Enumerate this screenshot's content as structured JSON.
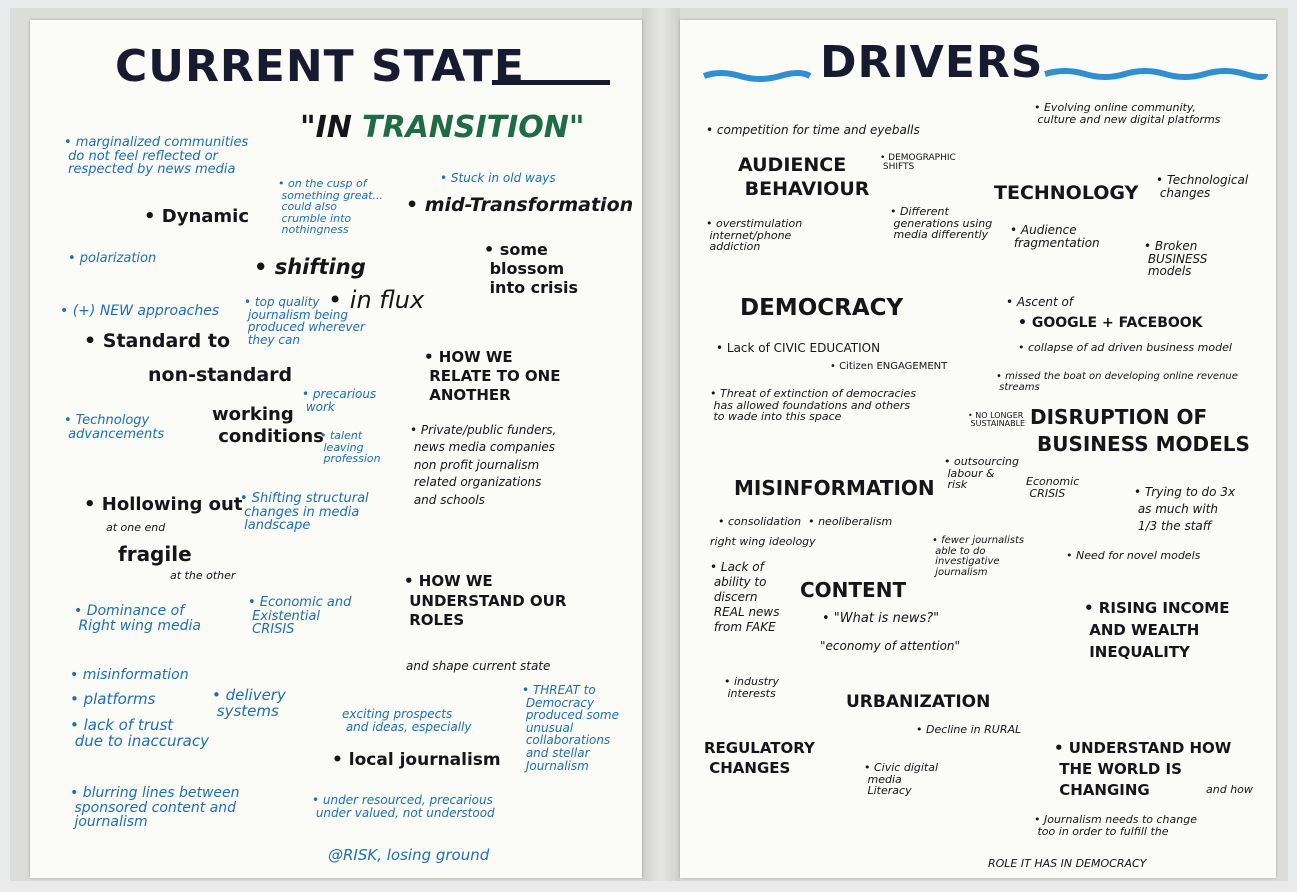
{
  "left_sheet": {
    "title": "CURRENT STATE",
    "subtitle_in": "\"IN ",
    "subtitle_transition": "TRANSITION\"",
    "notes": {
      "marginalized": "• marginalized communities\n do not feel reflected or\n respected by news media",
      "cusp": "• on the cusp of\n something great...\n could also\n crumble into\n nothingness",
      "stuck": "• Stuck in old ways",
      "mid_transformation": "• mid-Transformation",
      "dynamic": "• Dynamic",
      "polarization": "• polarization",
      "shifting": "• shifting",
      "some_blossom": "• some\n blossom\n into crisis",
      "new_approaches": "• (+) NEW approaches",
      "top_quality": "• top quality\n journalism being\n produced wherever\n they can",
      "in_flux": "• in flux",
      "standard_to": "• Standard to",
      "non_standard": "non-standard",
      "how_we_relate": "• HOW WE\n RELATE TO ONE\n ANOTHER",
      "technology_adv": "• Technology\n advancements",
      "working_conditions": "working\n conditions",
      "precarious_work": "• precarious\n work",
      "talent_leaving": "• talent\n leaving\n profession",
      "funders": "• Private/public funders,\n news media companies\n non profit journalism\n related organizations\n and schools",
      "hollowing": "• Hollowing out",
      "at_one_end": "at one end",
      "fragile": "fragile",
      "at_the_other": "at the other",
      "shifting_structural": "• Shifting structural\n changes in media\n landscape",
      "how_we_understand": "• HOW WE\n UNDERSTAND OUR\n ROLES",
      "shape_current": "and shape current state",
      "dominance": "• Dominance of\n Right wing media",
      "economic_existential": "• Economic and\n Existential\n CRISIS",
      "misinformation": "• misinformation",
      "platforms": "• platforms",
      "delivery": "• delivery\n systems",
      "lack_trust": "• lack of trust\n due to inaccuracy",
      "exciting": "exciting prospects\n and ideas, especially",
      "local_journalism": "• local journalism",
      "threat": "• THREAT to\n Democracy\n produced some\n unusual\n collaborations\n and stellar\n Journalism",
      "blurring": "• blurring lines between\n sponsored content and\n journalism",
      "under_resourced": "• under resourced, precarious\n under valued, not understood",
      "at_risk": "@RISK, losing ground"
    }
  },
  "right_sheet": {
    "title": "DRIVERS",
    "notes": {
      "competition": "• competition for time and eyeballs",
      "evolving": "• Evolving online community,\n culture and new digital platforms",
      "audience_behaviour": "AUDIENCE\n BEHAVIOUR",
      "demographic": "• DEMOGRAPHIC\n SHIFTS",
      "technology": "TECHNOLOGY",
      "tech_changes": "• Technological\n changes",
      "overstimulation": "• overstimulation\n internet/phone\n addiction",
      "different_gen": "• Different\n generations using\n media differently",
      "audience_frag": "• Audience\n fragmentation",
      "broken_models": "• Broken\n BUSINESS\n models",
      "democracy": "DEMOCRACY",
      "ascent_of": "• Ascent of",
      "google_facebook": "• GOOGLE + FACEBOOK",
      "collapse": "• collapse of ad driven business model",
      "lack_civic": "• Lack of CIVIC EDUCATION",
      "citizen": "• Citizen ENGAGEMENT",
      "missed_boat": "• missed the boat on developing online revenue\n streams",
      "threat_extinction": "• Threat of extinction of democracies\n has allowed foundations and others\n to wade into this space",
      "no_longer": "• NO LONGER\n SUSTAINABLE",
      "disruption": "DISRUPTION OF\n BUSINESS MODELS",
      "outsourcing": "• outsourcing\n labour &\n risk",
      "economic_crisis": "Economic\n CRISIS",
      "misinformation": "MISINFORMATION",
      "trying": "• Trying to do 3x\n as much with\n 1/3 the staff",
      "consolidation": "• consolidation  • neoliberalism",
      "right_wing": "right wing ideology",
      "fewer_journalists": "• fewer journalists\n able to do\n investigative\n journalism",
      "need_novel": "• Need for novel models",
      "lack_ability": "• Lack of\n ability to\n discern\n REAL news\n from FAKE",
      "content": "CONTENT",
      "what_is_news": "• \"What is news?\"",
      "economy_attention": "\"economy of attention\"",
      "rising_income": "• RISING INCOME\n AND WEALTH\n INEQUALITY",
      "industry": "• industry\n interests",
      "urbanization": "URBANIZATION",
      "decline_rural": "• Decline in RURAL",
      "regulatory": "REGULATORY\n CHANGES",
      "civic_digital": "• Civic digital\n media\n Literacy",
      "understand_how": "• UNDERSTAND HOW\n THE WORLD IS\n CHANGING",
      "and_how": "and how",
      "journalism_needs": "• Journalism needs to change\n too in order to fulfill the",
      "role_it_has": "ROLE IT HAS IN DEMOCRACY"
    }
  },
  "colors": {
    "marker_blue": "#1f6fb2",
    "marker_black": "#15151a",
    "marker_green": "#1f6b47",
    "bullet_green": "#3aa66c",
    "title_navy": "#181a30",
    "wave_blue": "#2f8fd0"
  }
}
